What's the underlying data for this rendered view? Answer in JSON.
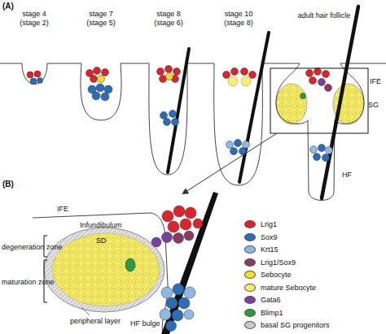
{
  "diagram": {
    "labels": [
      "(A)",
      "stage 4",
      "(stage 2)",
      "stage 7",
      "(stage 5)",
      "stage 8",
      "(stage 6)",
      "stage 10",
      "(stage 8)",
      "adult hair follicle",
      "IFE",
      "SG",
      "HF",
      "(B)",
      "IFE",
      "Infundibulum",
      "SD",
      "degeneration zone",
      "maturation zone",
      "peripheral layer",
      "HF bulge"
    ],
    "legend": [
      {
        "text": "Lrig1",
        "color": "#d7262e"
      },
      {
        "text": "Sox9",
        "color": "#2c6db3"
      },
      {
        "text": "Krt15",
        "color": "#8fb9e3"
      },
      {
        "text": "Lrig1/Sox9",
        "color": "#8a3a5e"
      },
      {
        "text": "Sebocyte",
        "color": "#f1df2c"
      },
      {
        "text": "mature Sebocyte",
        "color": "#f7ee6e"
      },
      {
        "text": "Gata6",
        "color": "#7b3fa0"
      },
      {
        "text": "Blimp1",
        "color": "#2f9a3b"
      },
      {
        "text": "basal SG progenitors",
        "color": "#c8c8c8"
      }
    ]
  }
}
